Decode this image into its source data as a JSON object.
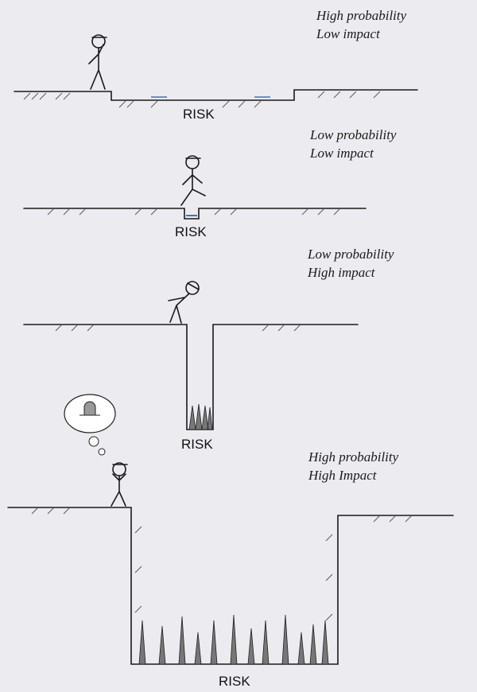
{
  "panels": [
    {
      "caption_line1": "High probability",
      "caption_line2": "Low impact",
      "risk_label": "RISK"
    },
    {
      "caption_line1": "Low probability",
      "caption_line2": "Low impact",
      "risk_label": "RISK"
    },
    {
      "caption_line1": "Low probability",
      "caption_line2": "High impact",
      "risk_label": "RISK"
    },
    {
      "caption_line1": "High probability",
      "caption_line2": "High Impact",
      "risk_label": "RISK"
    }
  ]
}
